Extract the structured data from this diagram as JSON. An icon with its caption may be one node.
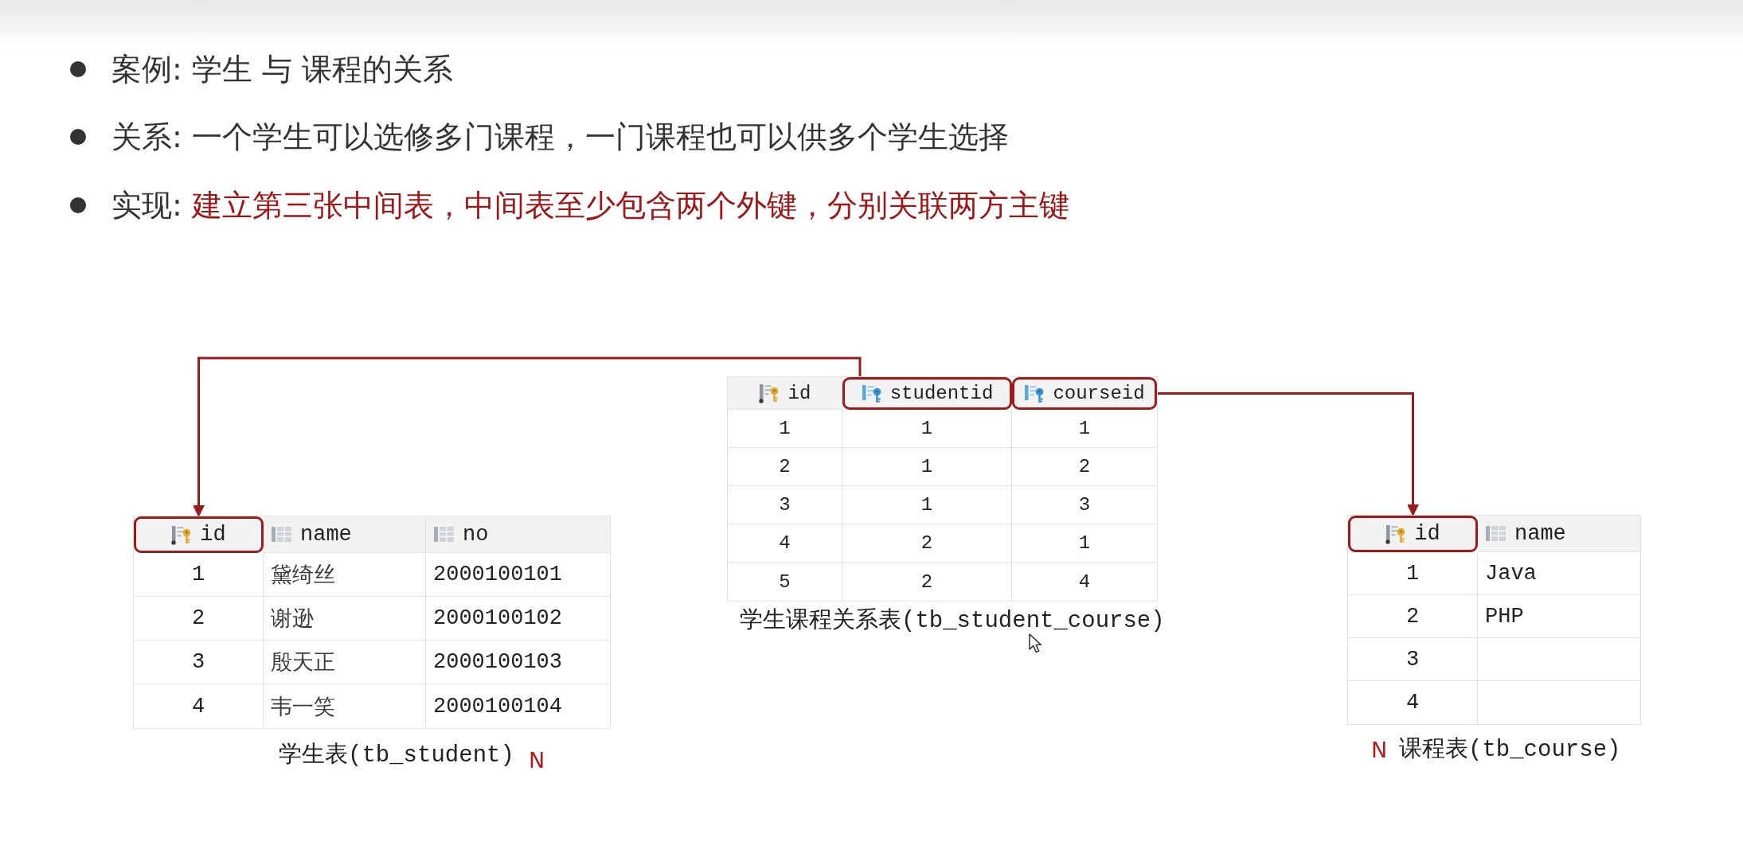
{
  "diagram": {
    "nodes": [
      {
        "text": [
          "id",
          "1",
          "1",
          "1",
          "2",
          "1",
          "2",
          "3",
          "1",
          "3",
          "4",
          "2",
          "1",
          "5",
          "2",
          "4"
        ],
        "beside": [
          "学生课程关系表(tb_student_course)"
        ]
      },
      {
        "text": [
          "studentid"
        ],
        "in": 0
      },
      {
        "text": [
          "courseid"
        ],
        "in": 0
      },
      {
        "text": [
          "name",
          "no",
          "1",
          "黛绮丝",
          "2000100101",
          "2",
          "谢逊",
          "2000100102",
          "3",
          "殷天正",
          "2000100103",
          "4",
          "韦一笑",
          "2000100104"
        ],
        "beside": [
          "学生表(tb_student)",
          "N"
        ]
      },
      {
        "text": [
          "id"
        ],
        "in": 3
      },
      {
        "text": [
          "name",
          "1",
          "Java",
          "2",
          "PHP",
          "3",
          "4"
        ],
        "beside": [
          "N",
          "课程表(tb_course)"
        ]
      },
      {
        "text": [
          "id"
        ],
        "in": 5
      }
    ],
    "edges": [
      {
        "from": 1,
        "to": 4,
        "arrow": "to"
      },
      {
        "from": 2,
        "to": 6,
        "arrow": "to"
      }
    ],
    "labels": [
      "案例: 学生 与 课程的关系",
      "关系: 一个学生可以选修多门课程，一门课程也可以供多个学生选择",
      "实现:",
      "建立第三张中间表，中间表至少包含两个外键，分别关联两方主键"
    ]
  }
}
